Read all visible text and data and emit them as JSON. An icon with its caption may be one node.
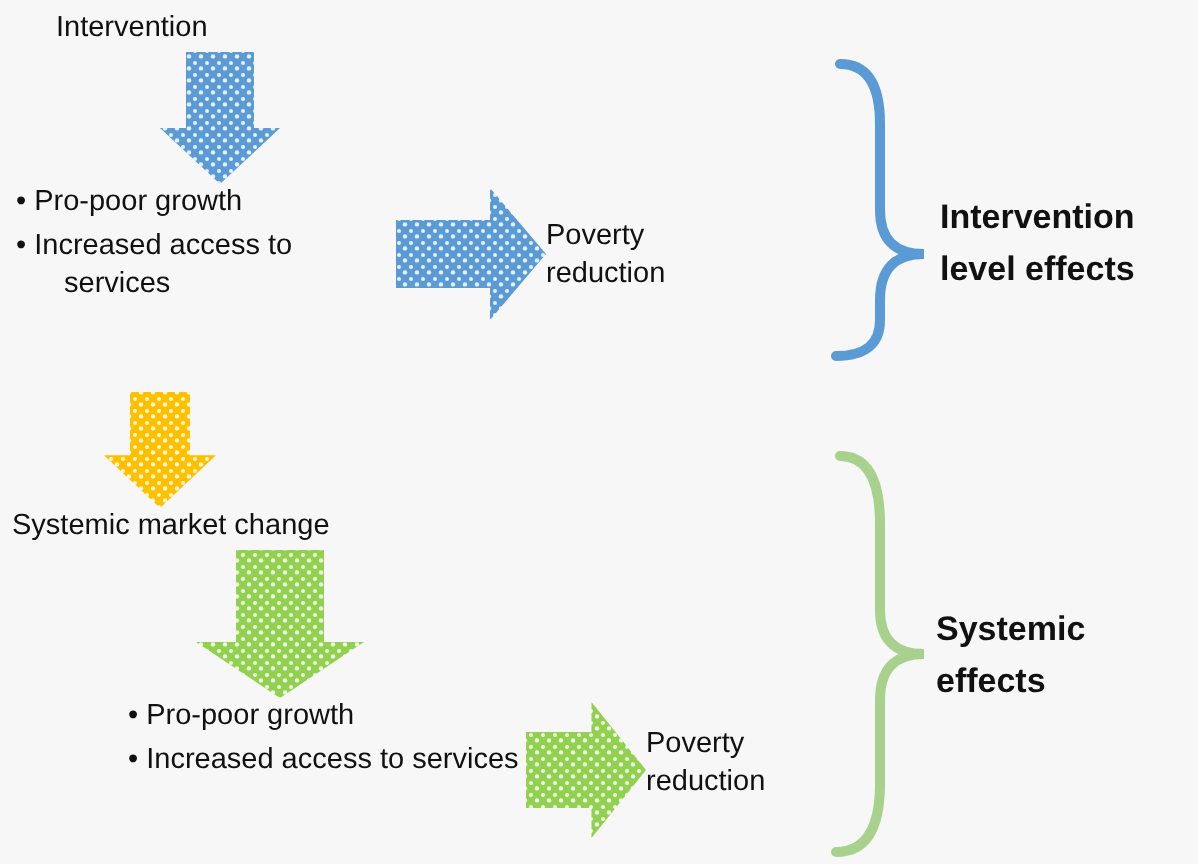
{
  "diagram": {
    "nodes": [
      {
        "text": [
          "Intervention"
        ]
      },
      {
        "text": [
          "• Pro-poor growth",
          "• Increased access to services"
        ]
      },
      {
        "text": [
          "Poverty reduction"
        ]
      },
      {
        "text": [
          "Intervention level effects"
        ]
      },
      {
        "text": [
          "Systemic market change"
        ]
      },
      {
        "text": [
          "• Pro-poor growth",
          "• Increased access to services"
        ]
      },
      {
        "text": [
          "Poverty reduction"
        ]
      },
      {
        "text": [
          "Systemic effects"
        ]
      }
    ],
    "edges": [
      {
        "from": 0,
        "to": 1,
        "arrow": "to",
        "style": "thick",
        "color": "#5b9bd5"
      },
      {
        "from": 1,
        "to": 2,
        "arrow": "to",
        "style": "thick",
        "color": "#5b9bd5"
      },
      {
        "from": null,
        "to": 4,
        "arrow": "to",
        "style": "thick",
        "color": "#ffc000"
      },
      {
        "from": 4,
        "to": 5,
        "arrow": "to",
        "style": "thick",
        "color": "#92d050"
      },
      {
        "from": 5,
        "to": 6,
        "arrow": "to",
        "style": "thick",
        "color": "#92d050"
      }
    ]
  }
}
